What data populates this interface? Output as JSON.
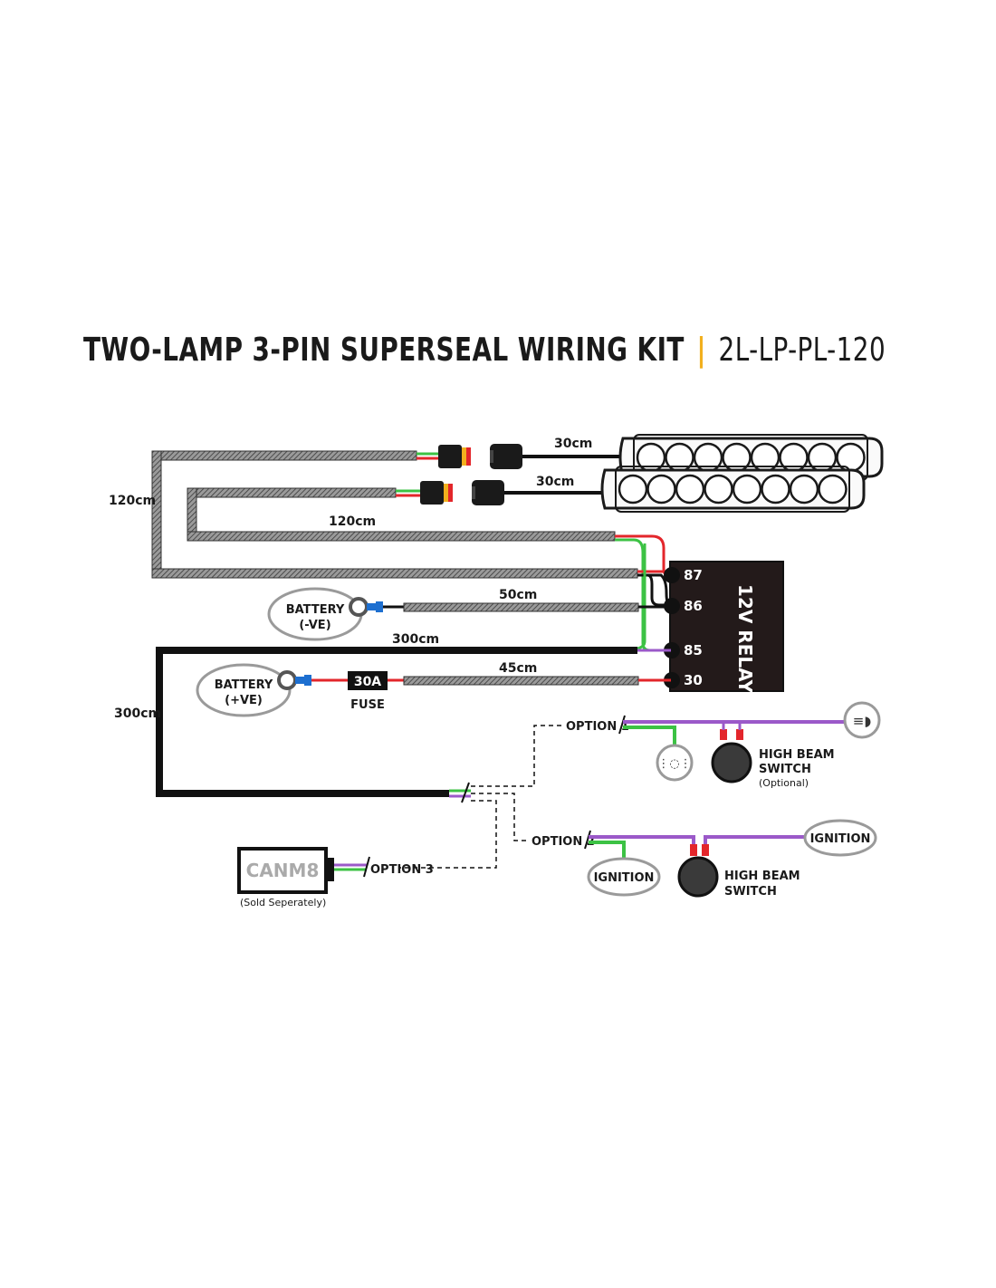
{
  "title": {
    "main": "TWO-LAMP 3-PIN SUPERSEAL WIRING KIT",
    "separator": "|",
    "code": "2L-LP-PL-120"
  },
  "colors": {
    "cable_sleeve": "#7a7a7a",
    "wire_red": "#e3262b",
    "wire_green": "#3cc244",
    "wire_purple": "#9b59c9",
    "wire_black": "#111111",
    "relay_fill": "#231a1a",
    "accent_yellow": "#f2b01e",
    "terminal_blue": "#1d6fd0",
    "oval_stroke": "#9a9a9a"
  },
  "lengths": {
    "lamp1_lead": "30cm",
    "lamp2_lead": "30cm",
    "outer_loop": "120cm",
    "inner_loop": "120cm",
    "battery_neg": "50cm",
    "main_harness_top": "300cm",
    "main_harness_left": "300cm",
    "battery_pos": "45cm"
  },
  "relay": {
    "label": "12V RELAY",
    "pins": [
      "87",
      "86",
      "85",
      "30"
    ]
  },
  "battery_neg": {
    "line1": "BATTERY",
    "line2": "(-VE)"
  },
  "battery_pos": {
    "line1": "BATTERY",
    "line2": "(+VE)"
  },
  "fuse": {
    "rating": "30A",
    "label": "FUSE"
  },
  "option1": {
    "label": "OPTION 1",
    "switch_line1": "HIGH BEAM",
    "switch_line2": "SWITCH",
    "switch_note": "(Optional)",
    "icons": [
      "high-beam-icon",
      "parking-light-icon"
    ]
  },
  "option2": {
    "label": "OPTION 2",
    "switch_line1": "HIGH BEAM",
    "switch_line2": "SWITCH",
    "ignition_right": "IGNITION",
    "ignition_left": "IGNITION"
  },
  "option3": {
    "label": "OPTION 3",
    "module": "CANM8",
    "note": "(Sold Seperately)"
  }
}
